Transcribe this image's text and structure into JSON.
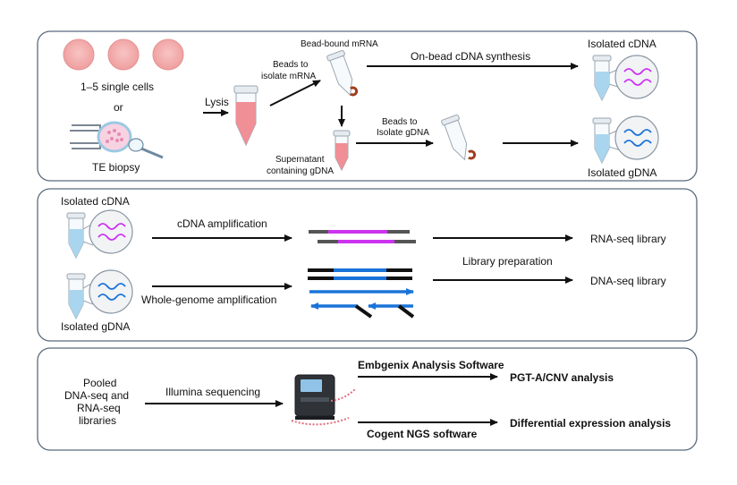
{
  "panel1": {
    "cells_label": "1–5 single cells",
    "or_label": "or",
    "biopsy_label": "TE biopsy",
    "lysis_label": "Lysis",
    "beads_mrna_line1": "Beads to",
    "beads_mrna_line2": "isolate mRNA",
    "bead_bound_label": "Bead-bound mRNA",
    "supernatant_line1": "Supernatant",
    "supernatant_line2": "containing gDNA",
    "beads_gdna_line1": "Beads to",
    "beads_gdna_line2": "Isolate gDNA",
    "on_bead_label": "On-bead cDNA synthesis",
    "isolated_cdna_label": "Isolated cDNA",
    "isolated_gdna_label": "Isolated gDNA"
  },
  "panel2": {
    "isolated_cdna_label": "Isolated cDNA",
    "isolated_gdna_label": "Isolated gDNA",
    "cdna_amp_label": "cDNA amplification",
    "wga_label": "Whole-genome amplification",
    "library_prep_label": "Library preparation",
    "rna_lib_label": "RNA-seq library",
    "dna_lib_label": "DNA-seq library"
  },
  "panel3": {
    "pooled_line1": "Pooled",
    "pooled_line2": "DNA-seq and",
    "pooled_line3": "RNA-seq",
    "pooled_line4": "libraries",
    "illumina_label": "Illumina sequencing",
    "embgenix_label": "Embgenix Analysis Software",
    "pgta_label": "PGT-A/CNV analysis",
    "cogent_label": "Cogent NGS software",
    "diff_label": "Differential expression analysis"
  },
  "colors": {
    "cell": "#f4a9a9",
    "tube_pink": "#f08f96",
    "tube_blue": "#a9d6ee",
    "cdna_strand": "#cc33ee",
    "gdna_strand": "#1a73d9",
    "magnet": "#a23b1e"
  }
}
